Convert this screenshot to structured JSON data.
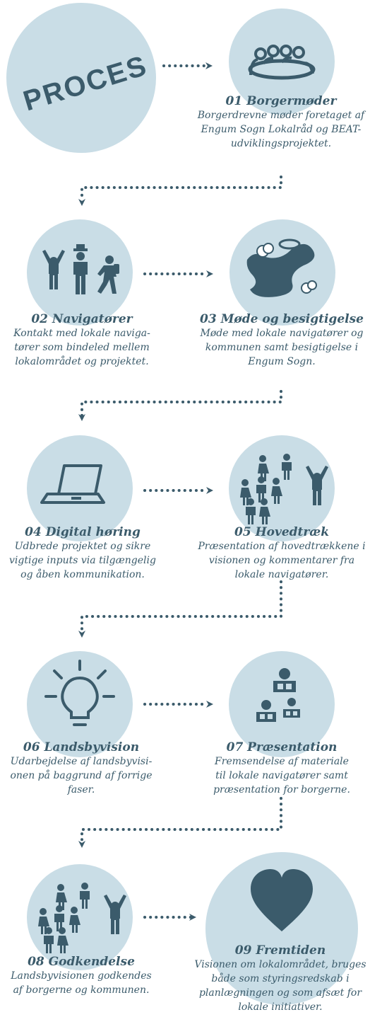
{
  "header": {
    "label": "PROCES"
  },
  "colors": {
    "circle": "#c9dde6",
    "icon": "#3b5b6b",
    "text": "#3b5b6b",
    "connector": "#3b5b6b"
  },
  "steps": [
    {
      "title": "01 Borgermøder",
      "desc": "Borgerdrevne møder foretaget af Engum Sogn Lokalråd og BEAT-udviklingsprojektet.",
      "icon": "people-round-table-icon"
    },
    {
      "title": "02 Navigatører",
      "desc": "Kontakt med lokale naviga-tører som bindeled mellem lokalområdet og projektet.",
      "icon": "navigators-icon"
    },
    {
      "title": "03 Møde og besigtigelse",
      "desc": "Møde med lokale navigatører og kommunen samt besigtigelse i Engum Sogn.",
      "icon": "map-landscape-icon"
    },
    {
      "title": "04 Digital høring",
      "desc": "Udbrede projektet og sikre vigtige inputs via tilgængelig og åben kommunikation.",
      "icon": "laptop-icon"
    },
    {
      "title": "05 Hovedtræk",
      "desc": "Præsentation af hovedtrækkene i visionen og kommentarer fra lokale navigatører.",
      "icon": "audience-icon"
    },
    {
      "title": "06 Landsbyvision",
      "desc": "Udarbejdelse af landsbyvisi-onen på baggrund af forrige faser.",
      "icon": "lightbulb-icon"
    },
    {
      "title": "07 Præsentation",
      "desc": "Fremsendelse af materiale til lokale navigatører samt præsentation for borgerne.",
      "icon": "readers-icon"
    },
    {
      "title": "08 Godkendelse",
      "desc": "Landsbyvisionen godkendes af borgerne og kommunen.",
      "icon": "audience-icon"
    },
    {
      "title": "09 Fremtiden",
      "desc": "Visionen om lokalområdet, bruges både som styringsredskab i planlægningen og som afsæt for lokale initiativer.",
      "icon": "heart-icon"
    }
  ]
}
